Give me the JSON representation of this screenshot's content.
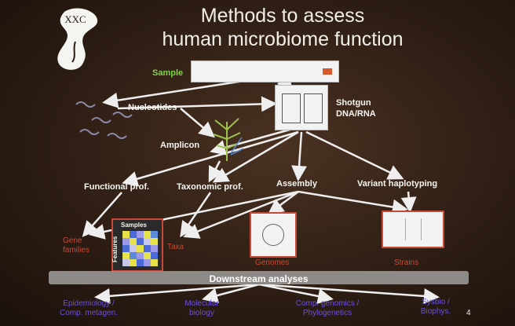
{
  "title_line1": "Methods to assess",
  "title_line2": "human microbiome function",
  "nodes": {
    "sample": "Sample",
    "nucleotides": "Nucleotides",
    "shotgun_line1": "Shotgun",
    "shotgun_line2": "DNA/RNA",
    "amplicon": "Amplicon",
    "functional": "Functional prof.",
    "taxonomic": "Taxonomic prof.",
    "assembly": "Assembly",
    "variant": "Variant haplotyping",
    "samples_label": "Samples",
    "features_label": "Features",
    "gene_families_line1": "Gene",
    "gene_families_line2": "families",
    "taxa": "Taxa",
    "genomes": "Genomes",
    "strains": "Strains"
  },
  "downstream": "Downstream analyses",
  "outcomes": {
    "epi_line1": "Epidemiology /",
    "epi_line2": "Comp. metagen.",
    "mol_line1": "Molecular",
    "mol_line2": "biology",
    "comp_line1": "Comp. genomics /",
    "comp_line2": "Phylogenetics",
    "sys_line1": "Sysbio /",
    "sys_line2": "Biophys."
  },
  "page_number": "4",
  "colors": {
    "title": "#f2efe8",
    "green": "#7fd24a",
    "red": "#c74a36",
    "purple": "#6a52d8",
    "bar": "#8e8a87"
  }
}
